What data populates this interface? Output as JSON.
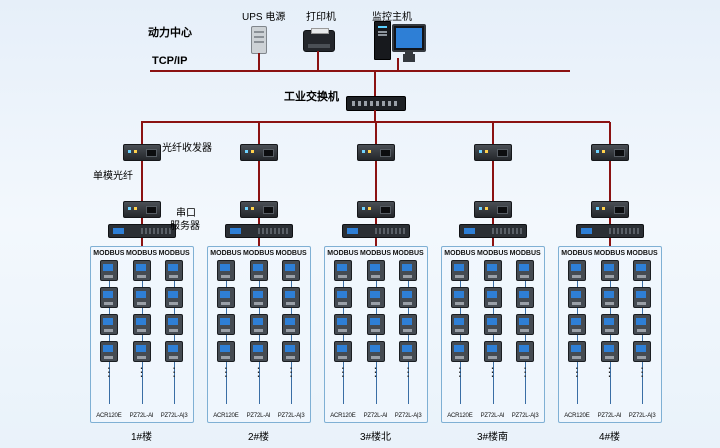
{
  "header": {
    "site_label": "动力中心",
    "tcpip_label": "TCP/IP",
    "switch_label": "工业交换机",
    "devices": {
      "ups_label": "UPS 电源",
      "printer_label": "打印机",
      "host_label": "监控主机"
    }
  },
  "annotations": {
    "fiber_transceiver": "光纤收发器",
    "single_mode_fiber": "单模光纤",
    "serial_server_line1": "串口",
    "serial_server_line2": "服务器"
  },
  "group_common": {
    "bus_labels": [
      "MODBUS",
      "MODBUS",
      "MODBUS"
    ],
    "meter_models": [
      "ACR120E",
      "PZ72L-AI",
      "PZ72L-A|3"
    ],
    "dots": "⋮"
  },
  "groups": [
    {
      "building": "1#楼"
    },
    {
      "building": "2#楼"
    },
    {
      "building": "3#楼北"
    },
    {
      "building": "3#楼南"
    },
    {
      "building": "4#楼"
    }
  ],
  "colors": {
    "backbone_line": "#8b1212",
    "bus_line": "#3a6ea5",
    "box_border": "#7fb0d4",
    "screen_blue": "#2e7fd6"
  }
}
